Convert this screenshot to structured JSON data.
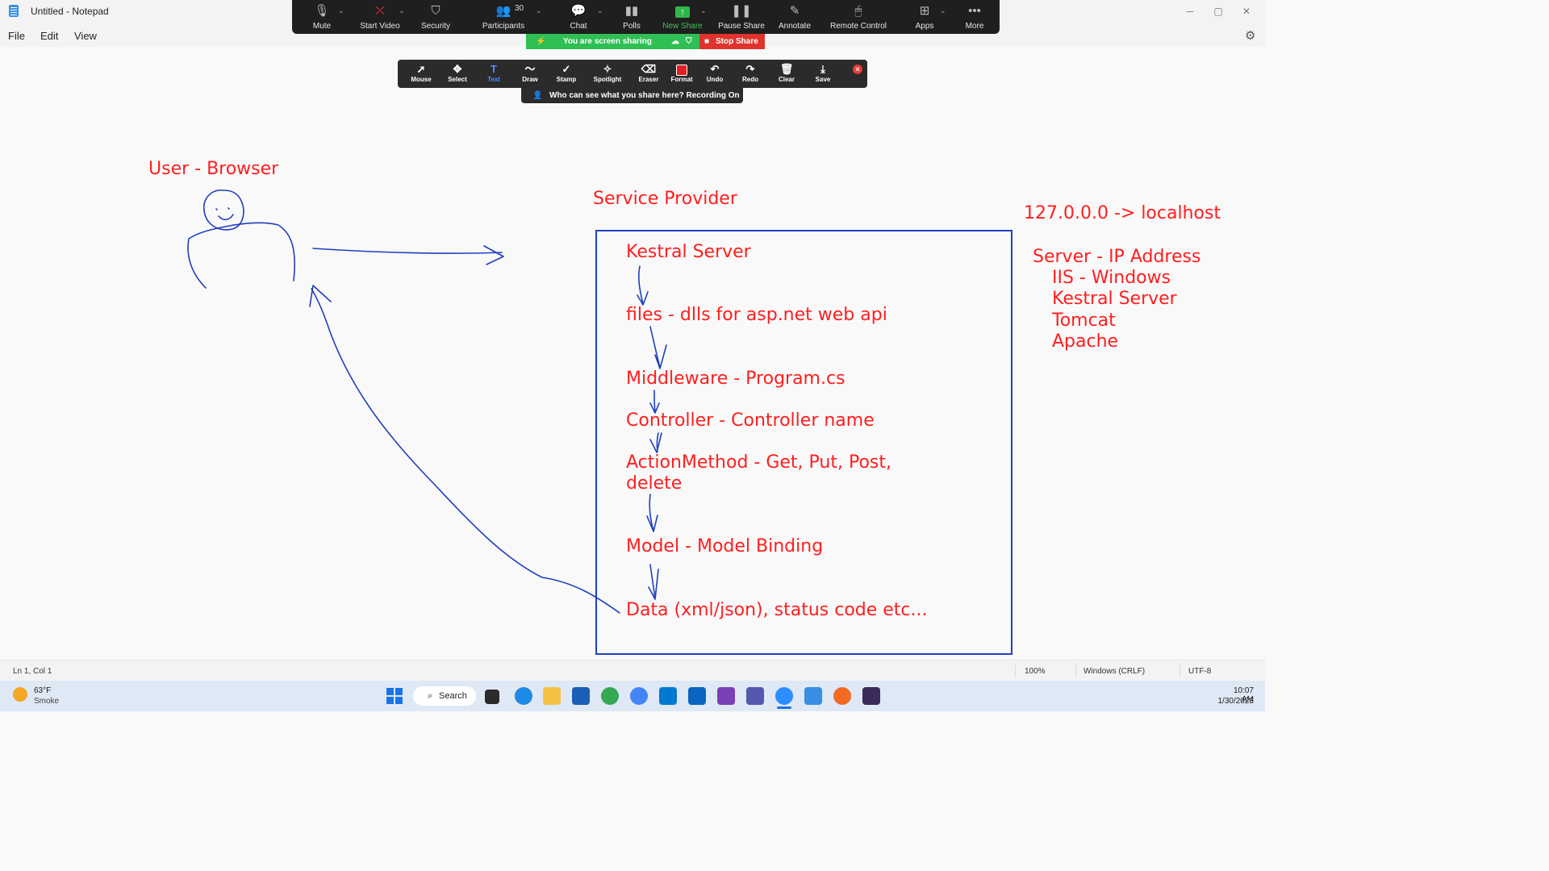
{
  "window": {
    "title": "Untitled - Notepad",
    "controls": [
      "─",
      "▢",
      "✕"
    ]
  },
  "menu": [
    "File",
    "Edit",
    "View"
  ],
  "zoom_toolbar": {
    "items": [
      {
        "label": "Mute",
        "icon": "microphone-icon"
      },
      {
        "label": "Start Video",
        "icon": "video-off-icon"
      },
      {
        "label": "Security",
        "icon": "shield-icon"
      },
      {
        "label": "Participants",
        "icon": "participants-icon",
        "count": "30"
      },
      {
        "label": "Chat",
        "icon": "chat-icon"
      },
      {
        "label": "Polls",
        "icon": "polls-icon"
      },
      {
        "label": "New Share",
        "icon": "share-icon"
      },
      {
        "label": "Pause Share",
        "icon": "pause-icon"
      },
      {
        "label": "Annotate",
        "icon": "pencil-icon"
      },
      {
        "label": "Remote Control",
        "icon": "mouse-icon"
      },
      {
        "label": "Apps",
        "icon": "apps-icon"
      },
      {
        "label": "More",
        "icon": "more-icon"
      }
    ],
    "sharing_text": "You are screen sharing",
    "stop_share": "Stop Share",
    "accent": "#2fbf55",
    "stop_color": "#e0332d"
  },
  "annotate_toolbar": {
    "tools": [
      "Mouse",
      "Select",
      "Text",
      "Draw",
      "Stamp",
      "Spotlight",
      "Eraser",
      "Format",
      "Undo",
      "Redo",
      "Clear",
      "Save"
    ],
    "active": "Text",
    "who_banner": "Who can see what you share here? Recording On"
  },
  "canvas": {
    "user_label": "User -  Browser",
    "service_provider": "Service Provider",
    "flow": [
      "Kestral Server",
      "files - dlls for asp.net web api",
      "Middleware - Program.cs",
      "Controller - Controller name",
      "ActionMethod - Get, Put, Post,",
      "delete",
      "Model - Model Binding",
      "Data (xml/json), status code etc..."
    ],
    "localhost": "127.0.0.0 -> localhost",
    "servers_title": "Server - IP Address",
    "servers": [
      "IIS - Windows",
      "Kestral Server",
      "Tomcat",
      "Apache"
    ],
    "text_color": "#ff1e1e",
    "ink_color": "#1f3fbf"
  },
  "statusbar": {
    "position": "Ln 1, Col 1",
    "zoom": "100%",
    "line_ending": "Windows (CRLF)",
    "encoding": "UTF-8"
  },
  "taskbar": {
    "weather_temp": "63°F",
    "weather_desc": "Smoke",
    "search": "Search",
    "time": "10:07 AM",
    "date": "1/30/2023"
  }
}
